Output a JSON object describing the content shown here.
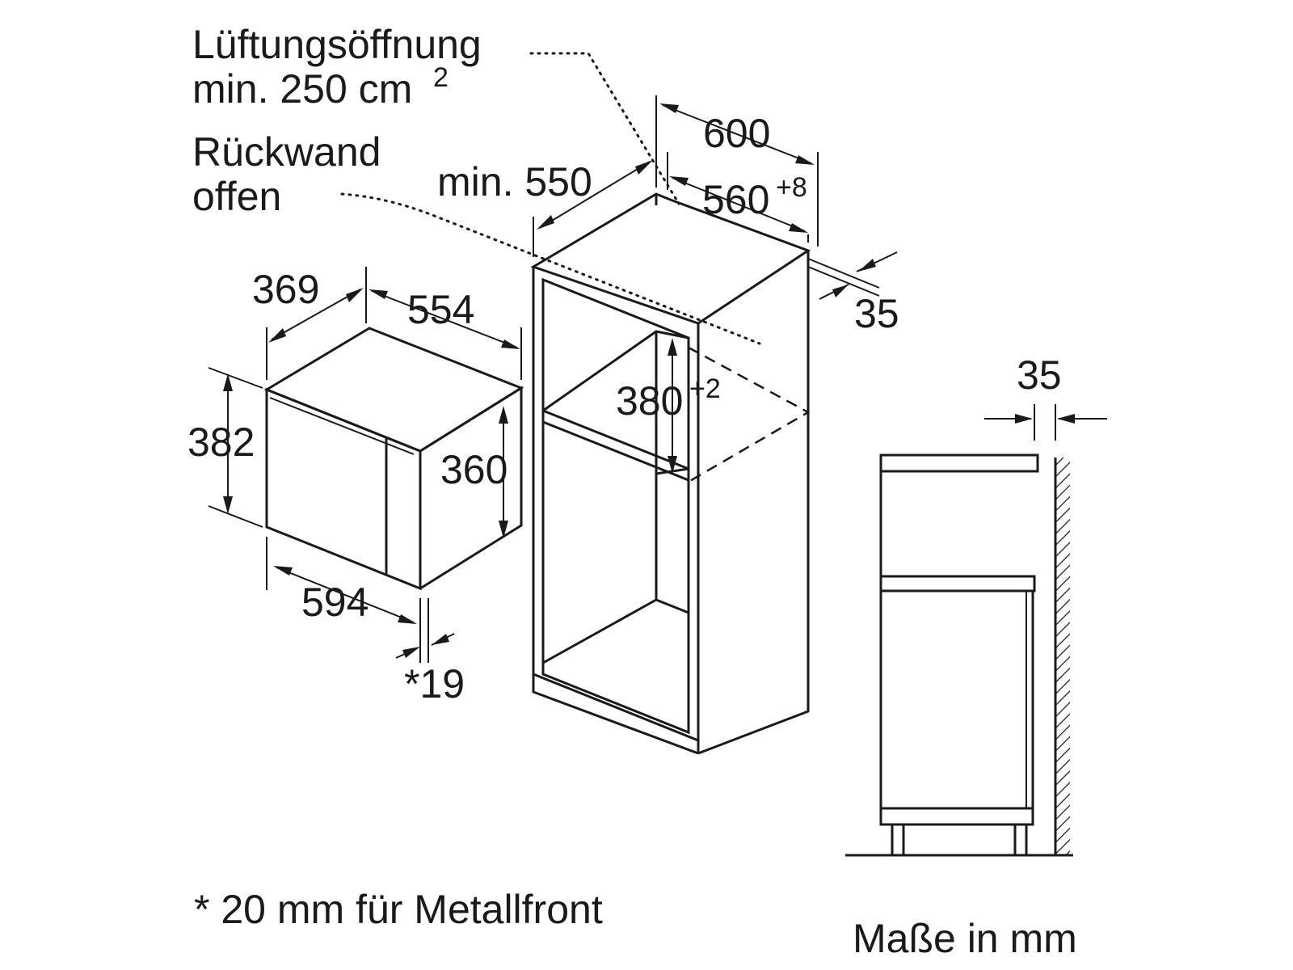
{
  "labels": {
    "ventilation_line1": "Lüftungsöffnung",
    "ventilation_line2": "min. 250 cm",
    "ventilation_sup": "2",
    "backwall_line1": "Rückwand",
    "backwall_line2": "offen",
    "footnote": "* 20 mm für Metallfront",
    "units": "Maße in mm"
  },
  "dimensions": {
    "cabinet_width": "600",
    "cabinet_depth_min": "min. 550",
    "niche_width": "560",
    "niche_width_tol": "+8",
    "side_gap": "35",
    "niche_height": "380",
    "niche_height_tol": "+2",
    "appliance_depth": "369",
    "appliance_width_top": "554",
    "appliance_height": "382",
    "appliance_body_height": "360",
    "appliance_front_width": "594",
    "front_offset": "*19",
    "side_view_gap": "35"
  },
  "colors": {
    "line": "#1a1a1a",
    "background": "#ffffff"
  }
}
